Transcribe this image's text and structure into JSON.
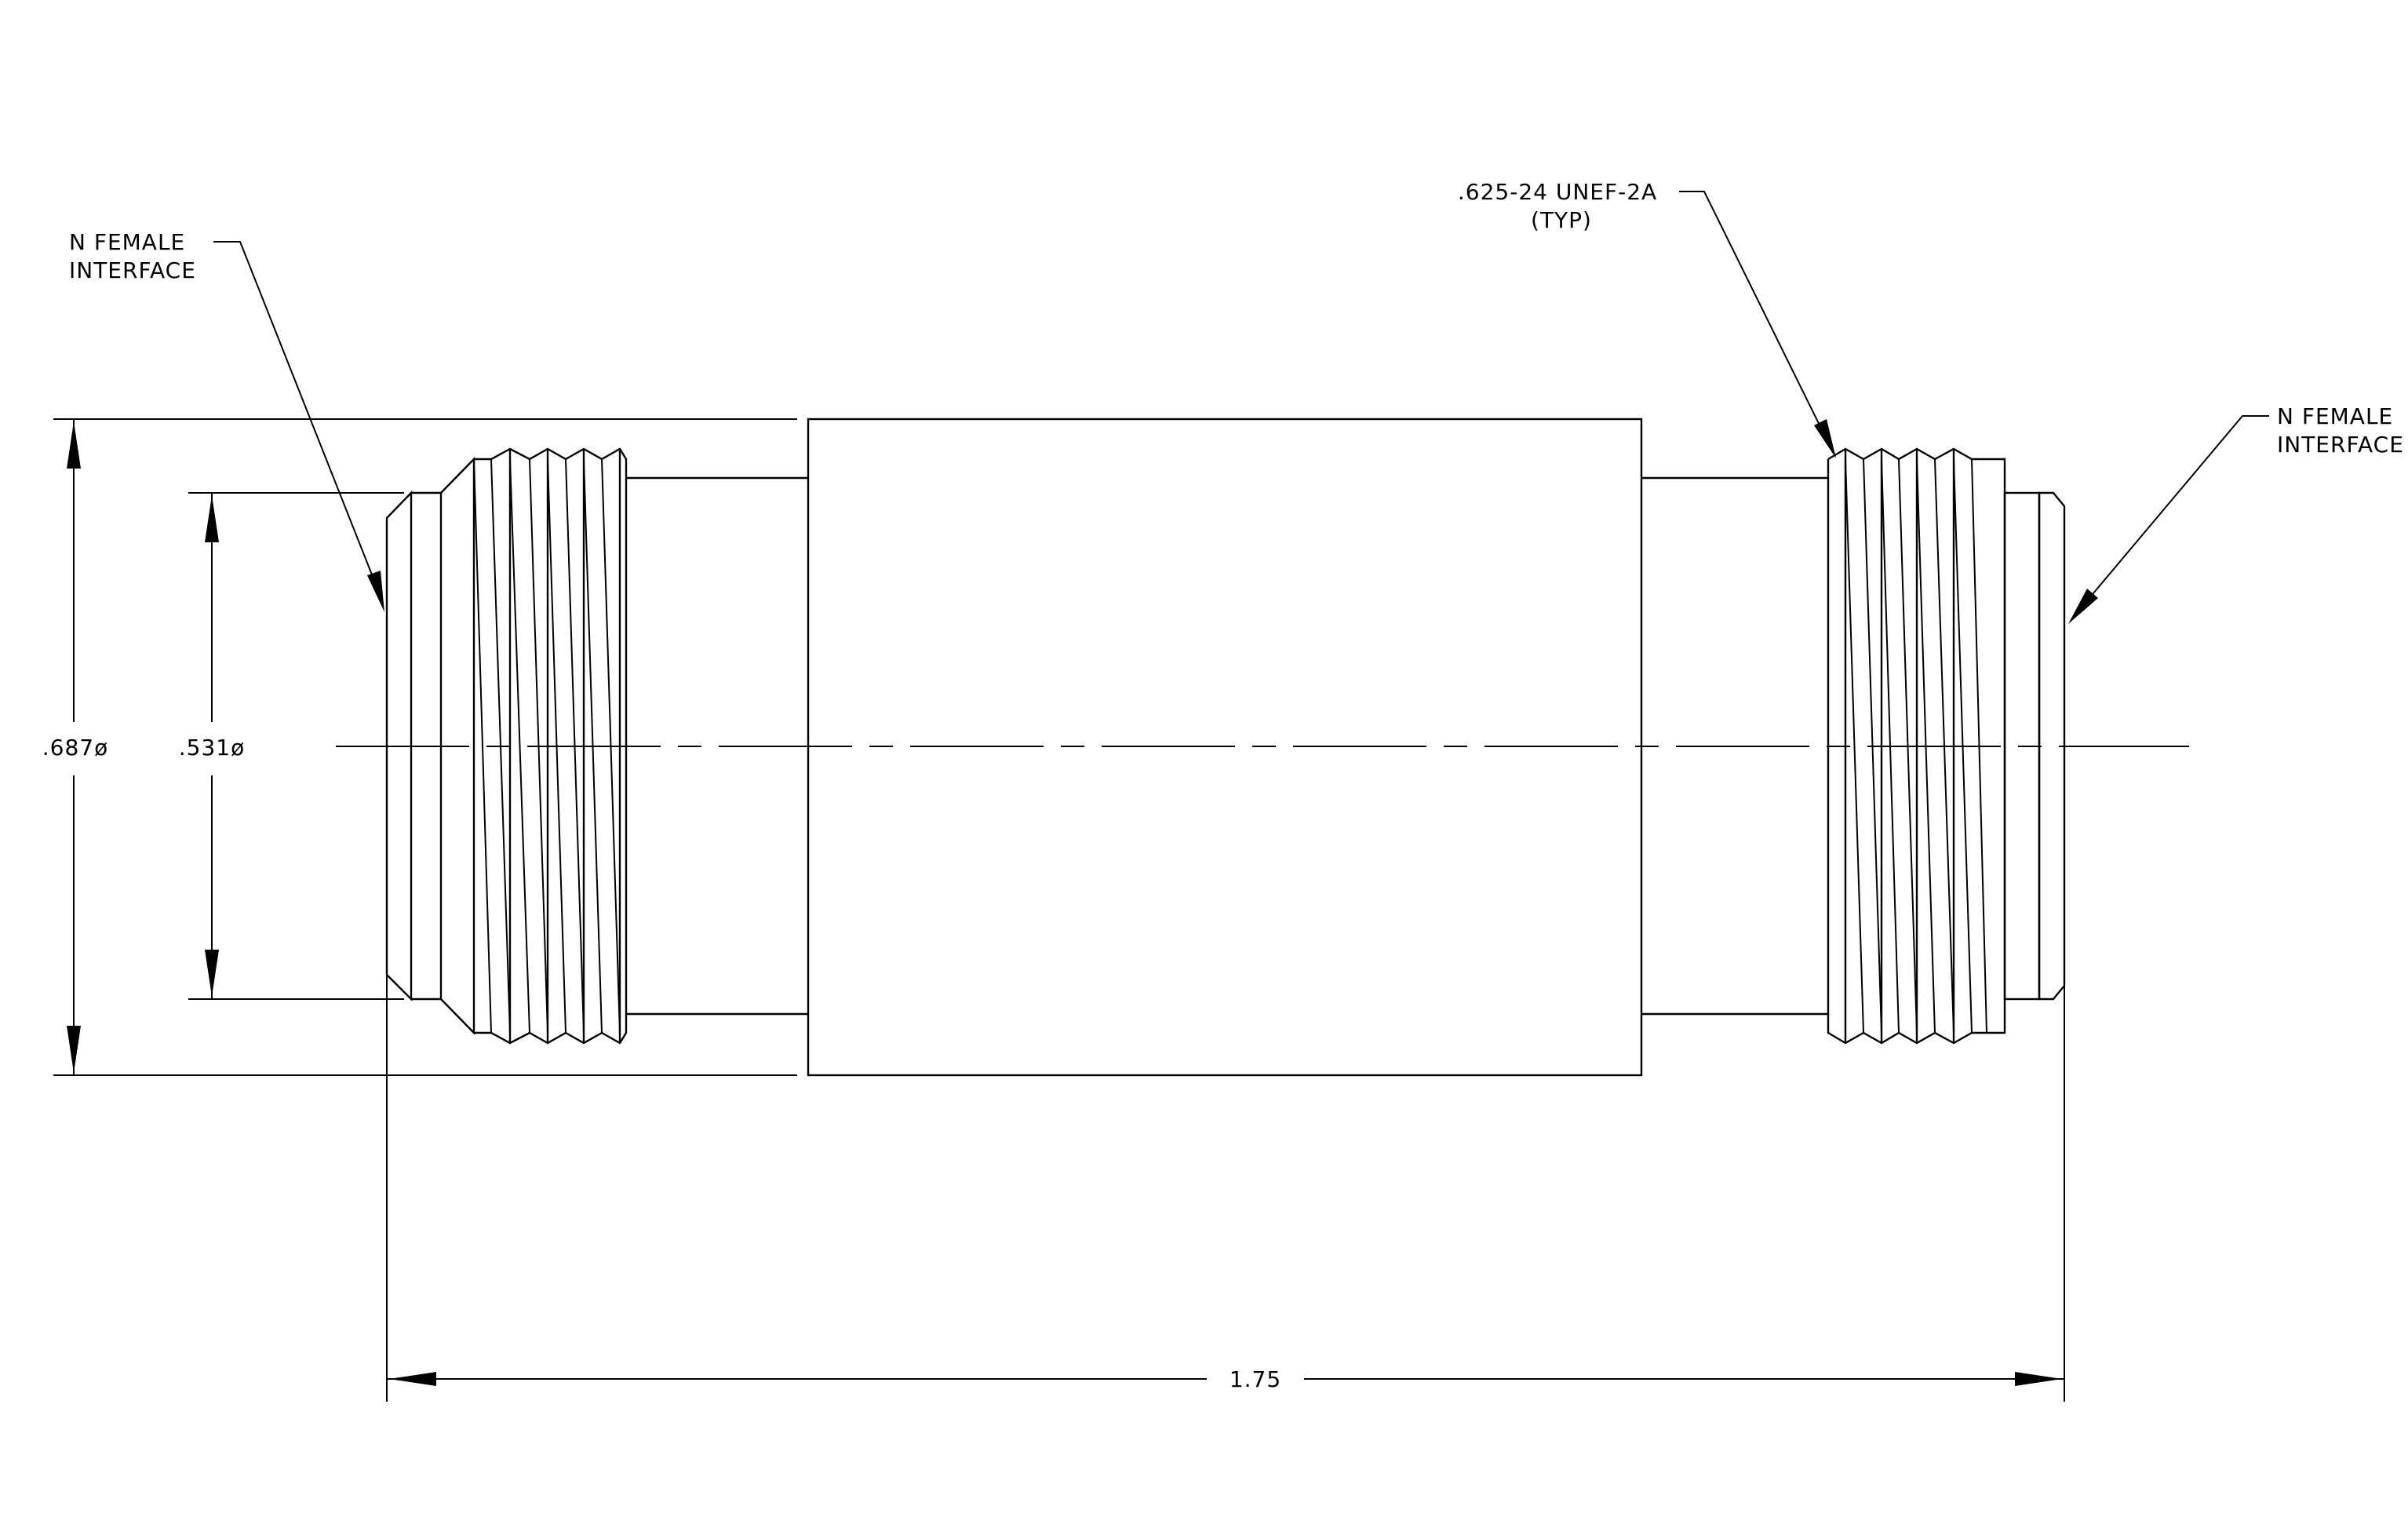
{
  "labels": {
    "left_interface": [
      "N FEMALE",
      "INTERFACE"
    ],
    "right_interface": [
      "N FEMALE",
      "INTERFACE"
    ],
    "thread_spec": [
      ".625-24 UNEF-2A",
      "(TYP)"
    ]
  },
  "dimensions": {
    "outer_diameter": ".687ø",
    "inner_diameter": ".531ø",
    "overall_length": "1.75"
  }
}
